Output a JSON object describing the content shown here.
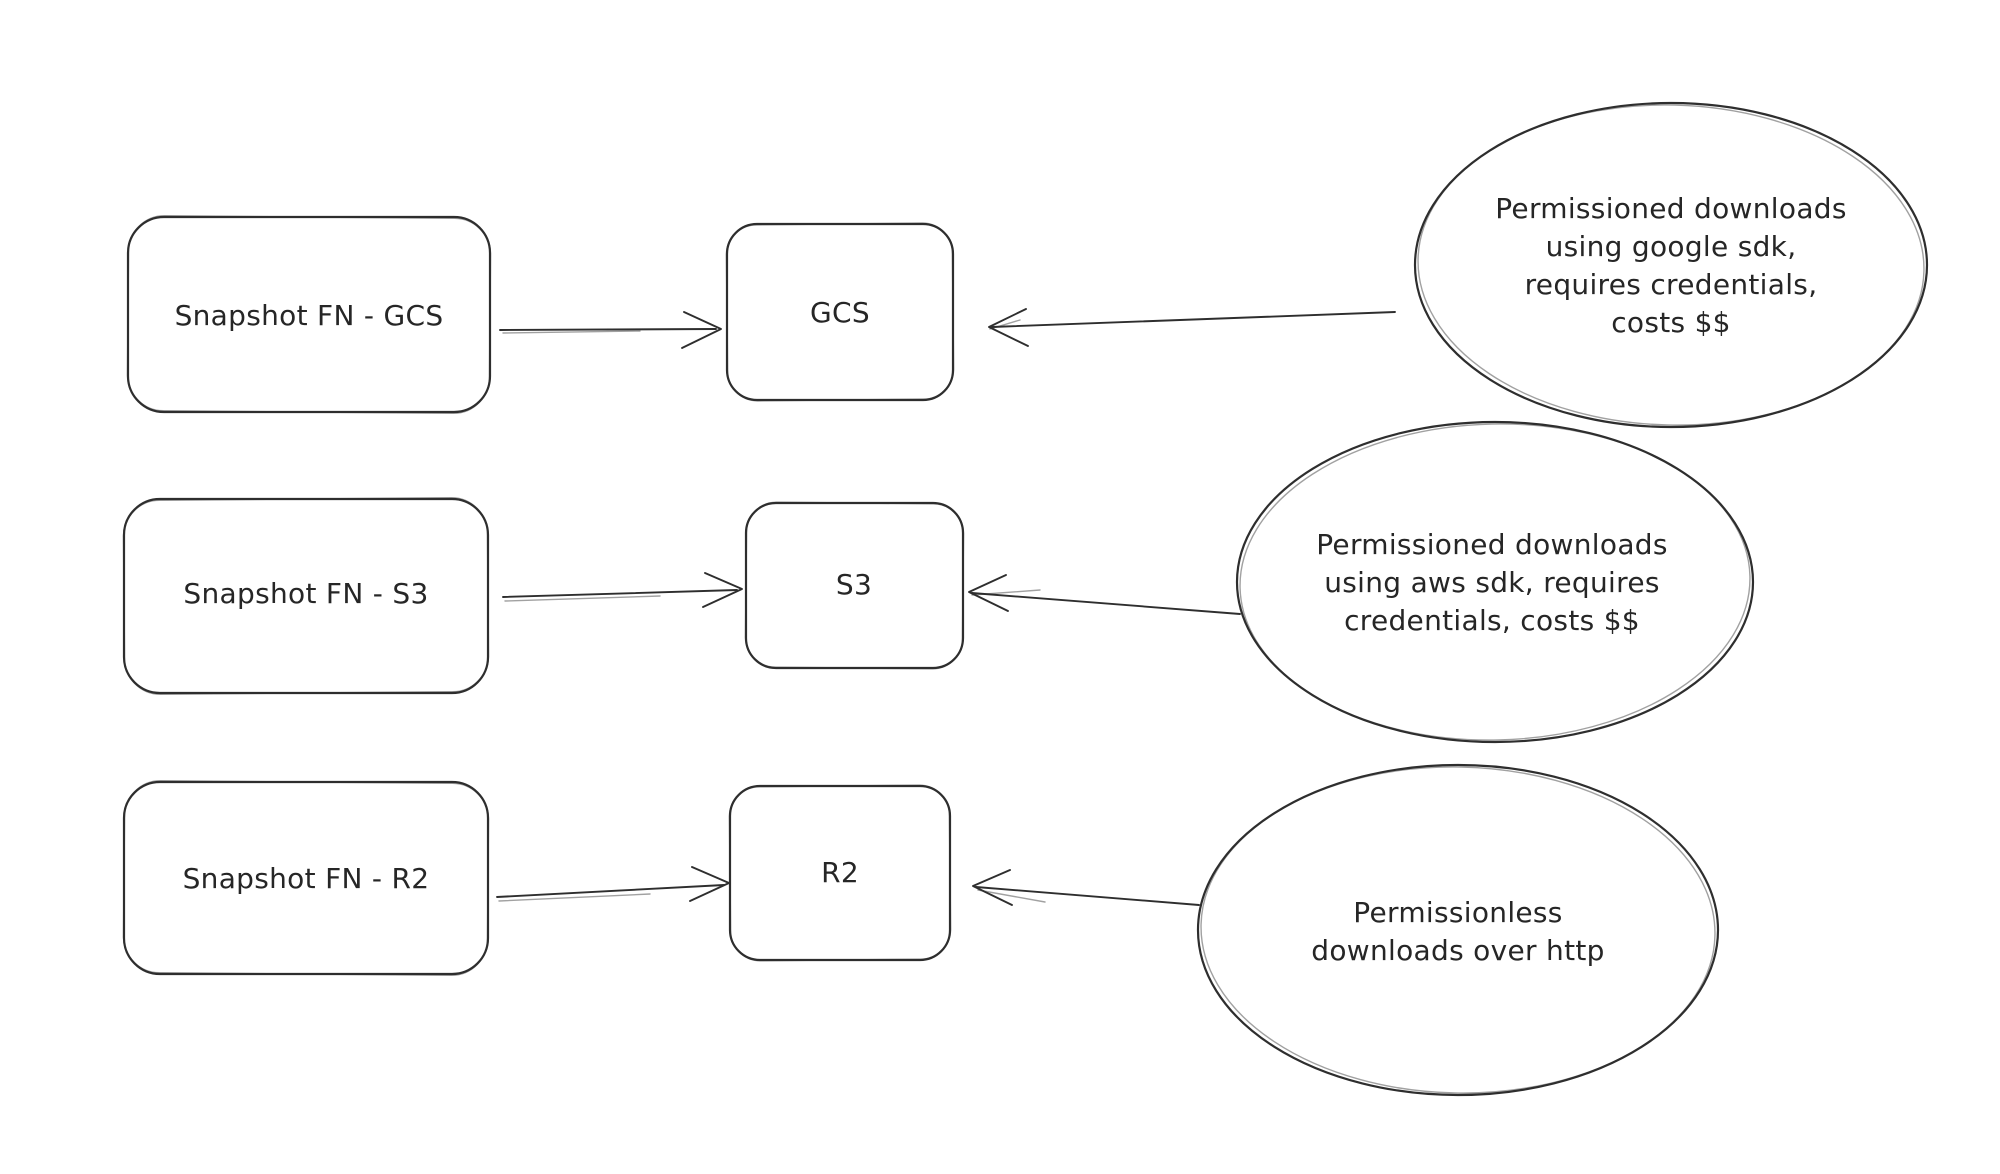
{
  "diagram": {
    "background_color": "#ffffff",
    "ink_color": "#2e2e2e",
    "rows": [
      {
        "source_label": "Snapshot FN - GCS",
        "target_label": "GCS",
        "note_lines": [
          "Permissioned downloads",
          "using google sdk,",
          "requires credentials,",
          "costs $$"
        ]
      },
      {
        "source_label": "Snapshot FN - S3",
        "target_label": "S3",
        "note_lines": [
          "Permissioned downloads",
          "using aws sdk, requires",
          "credentials, costs $$"
        ]
      },
      {
        "source_label": "Snapshot FN - R2",
        "target_label": "R2",
        "note_lines": [
          "Permissionless",
          "downloads over http"
        ]
      }
    ]
  }
}
